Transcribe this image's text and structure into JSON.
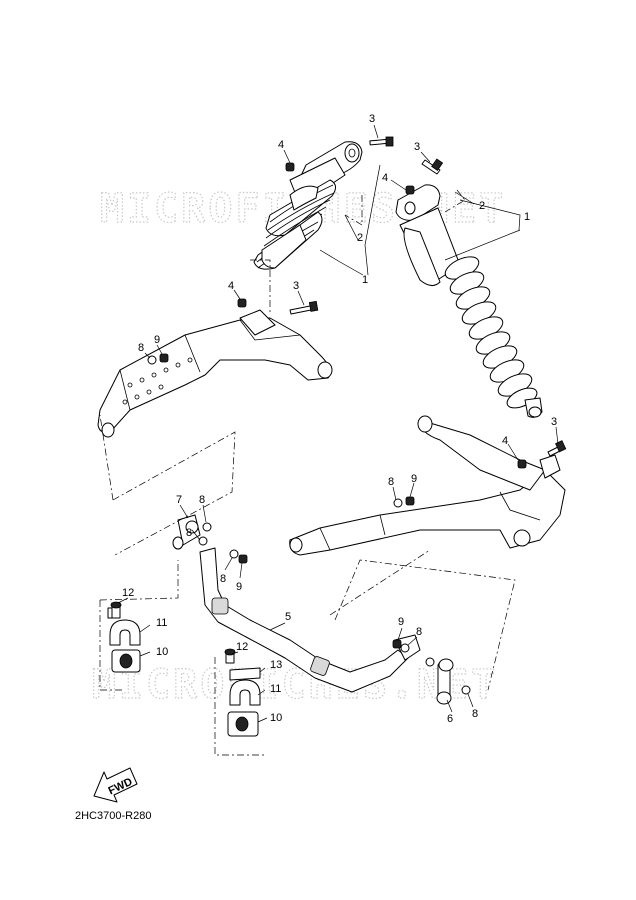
{
  "diagram": {
    "code": "2HC3700-R280",
    "fwd_label": "FWD",
    "watermarks": [
      "MICROFICHES.NET",
      "MICROFICHES.NET"
    ],
    "callouts": [
      {
        "id": "c-3a",
        "text": "3"
      },
      {
        "id": "c-4a",
        "text": "4"
      },
      {
        "id": "c-3b",
        "text": "3"
      },
      {
        "id": "c-4b",
        "text": "4"
      },
      {
        "id": "c-2a",
        "text": "2"
      },
      {
        "id": "c-1a",
        "text": "1"
      },
      {
        "id": "c-2b",
        "text": "2"
      },
      {
        "id": "c-1b",
        "text": "1"
      },
      {
        "id": "c-4c",
        "text": "4"
      },
      {
        "id": "c-3c",
        "text": "3"
      },
      {
        "id": "c-9a",
        "text": "9"
      },
      {
        "id": "c-8a",
        "text": "8"
      },
      {
        "id": "c-3d",
        "text": "3"
      },
      {
        "id": "c-4d",
        "text": "4"
      },
      {
        "id": "c-8b",
        "text": "8"
      },
      {
        "id": "c-9b",
        "text": "9"
      },
      {
        "id": "c-7",
        "text": "7"
      },
      {
        "id": "c-8c",
        "text": "8"
      },
      {
        "id": "c-8d",
        "text": "8"
      },
      {
        "id": "c-8e",
        "text": "8"
      },
      {
        "id": "c-9c",
        "text": "9"
      },
      {
        "id": "c-12a",
        "text": "12"
      },
      {
        "id": "c-11a",
        "text": "11"
      },
      {
        "id": "c-10a",
        "text": "10"
      },
      {
        "id": "c-5",
        "text": "5"
      },
      {
        "id": "c-12b",
        "text": "12"
      },
      {
        "id": "c-13",
        "text": "13"
      },
      {
        "id": "c-11b",
        "text": "11"
      },
      {
        "id": "c-10b",
        "text": "10"
      },
      {
        "id": "c-9d",
        "text": "9"
      },
      {
        "id": "c-8f",
        "text": "8"
      },
      {
        "id": "c-6",
        "text": "6"
      },
      {
        "id": "c-8g",
        "text": "8"
      }
    ]
  }
}
